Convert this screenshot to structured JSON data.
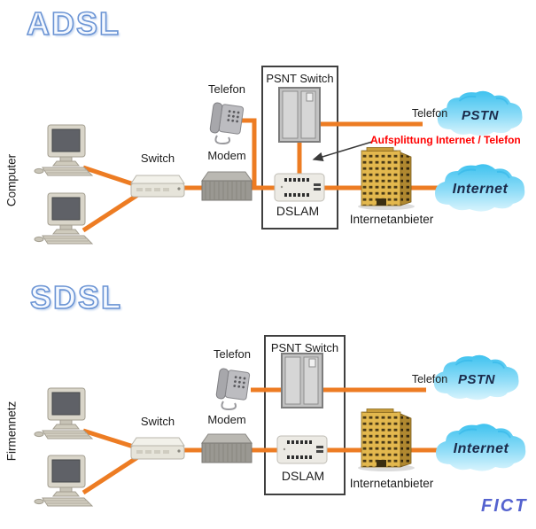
{
  "diagram": {
    "sections": [
      {
        "title": "ADSL",
        "network_label": "Computer",
        "phone_label": "Telefon",
        "switch_label": "Switch",
        "modem_label": "Modem",
        "psnt_box_label": "PSNT Switch",
        "dslam_label": "DSLAM",
        "pstn_line_label": "Telefon",
        "pstn_cloud_label": "PSTN",
        "provider_label": "Internetanbieter",
        "internet_cloud_label": "Internet",
        "annotation": "Aufsplittung Internet / Telefon"
      },
      {
        "title": "SDSL",
        "network_label": "Firmennetz",
        "phone_label": "Telefon",
        "switch_label": "Switch",
        "modem_label": "Modem",
        "psnt_box_label": "PSNT Switch",
        "dslam_label": "DSLAM",
        "pstn_line_label": "Telefon",
        "pstn_cloud_label": "PSTN",
        "provider_label": "Internetanbieter",
        "internet_cloud_label": "Internet"
      }
    ],
    "footer_logo": "FICT",
    "icons": [
      "computer-icon",
      "switch-icon",
      "modem-icon",
      "phone-icon",
      "cabinet-icon",
      "dslam-icon",
      "building-icon",
      "cloud-icon",
      "arrow-icon"
    ],
    "colors": {
      "line_orange": "#ED7C23",
      "annotation_red": "#FF0000",
      "cloud_blue": "#45C5F0",
      "cloud_text_navy": "#1B2A4A",
      "title_blue": "#6B94D4",
      "logo_blue": "#5563CF"
    }
  }
}
